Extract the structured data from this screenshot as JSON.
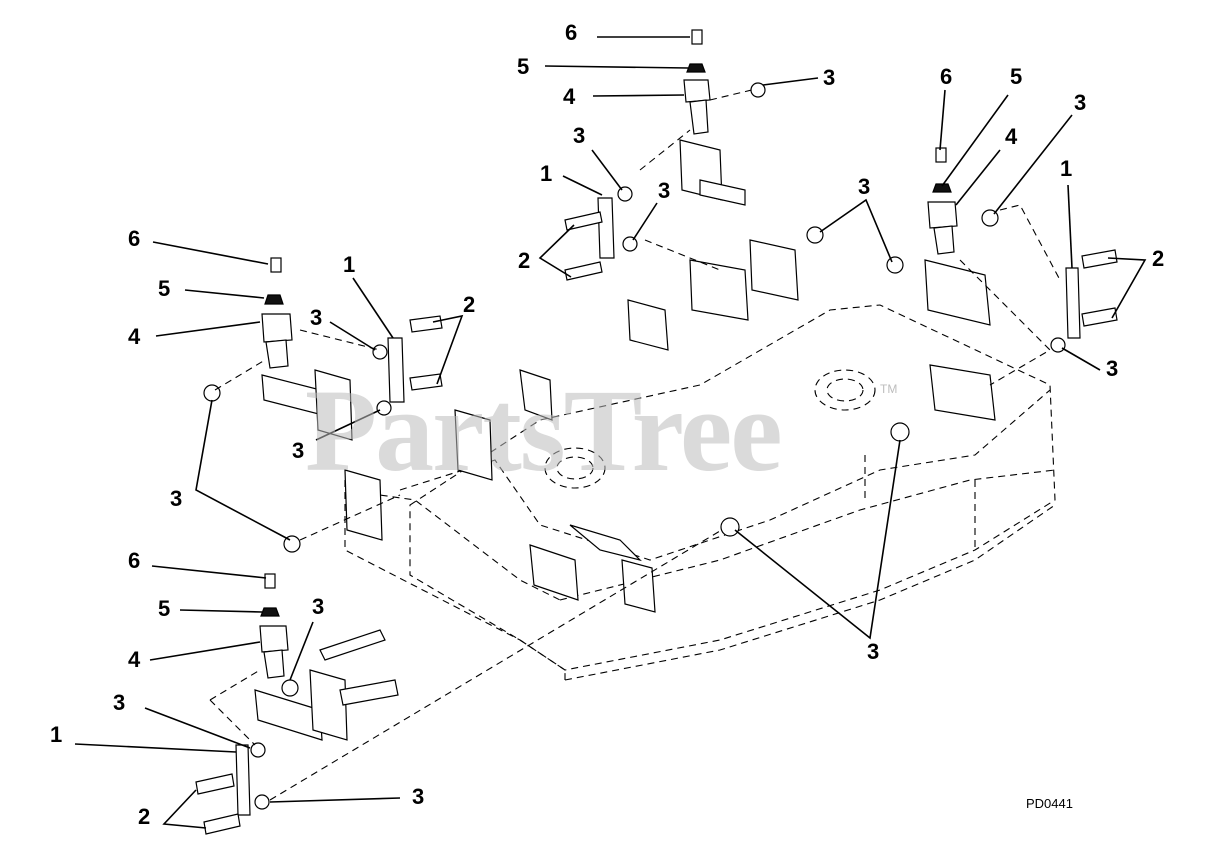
{
  "diagram": {
    "watermark": "PartsTree",
    "watermark_mark": "TM",
    "drawing_code": "PD0441",
    "callout_numbers": [
      "1",
      "2",
      "3",
      "4",
      "5",
      "6"
    ],
    "callouts": [
      {
        "id": "c6a",
        "label": "6"
      },
      {
        "id": "c5a",
        "label": "5"
      },
      {
        "id": "c4a",
        "label": "4"
      },
      {
        "id": "c3a",
        "label": "3"
      },
      {
        "id": "c3b",
        "label": "3"
      },
      {
        "id": "c1a",
        "label": "1"
      },
      {
        "id": "c3c",
        "label": "3"
      },
      {
        "id": "c2a",
        "label": "2"
      },
      {
        "id": "c6b",
        "label": "6"
      },
      {
        "id": "c5b",
        "label": "5"
      },
      {
        "id": "c3d",
        "label": "3"
      },
      {
        "id": "c4b",
        "label": "4"
      },
      {
        "id": "c3e",
        "label": "3"
      },
      {
        "id": "c1b",
        "label": "1"
      },
      {
        "id": "c2b",
        "label": "2"
      },
      {
        "id": "c3f",
        "label": "3"
      },
      {
        "id": "c6c",
        "label": "6"
      },
      {
        "id": "c1c",
        "label": "1"
      },
      {
        "id": "c5c",
        "label": "5"
      },
      {
        "id": "c3g",
        "label": "3"
      },
      {
        "id": "c2c",
        "label": "2"
      },
      {
        "id": "c4c",
        "label": "4"
      },
      {
        "id": "c3h",
        "label": "3"
      },
      {
        "id": "c3i",
        "label": "3"
      },
      {
        "id": "c6d",
        "label": "6"
      },
      {
        "id": "c5d",
        "label": "5"
      },
      {
        "id": "c3j",
        "label": "3"
      },
      {
        "id": "c4d",
        "label": "4"
      },
      {
        "id": "c3k",
        "label": "3"
      },
      {
        "id": "c1d",
        "label": "1"
      },
      {
        "id": "c2d",
        "label": "2"
      },
      {
        "id": "c3l",
        "label": "3"
      },
      {
        "id": "c3m",
        "label": "3"
      }
    ]
  }
}
